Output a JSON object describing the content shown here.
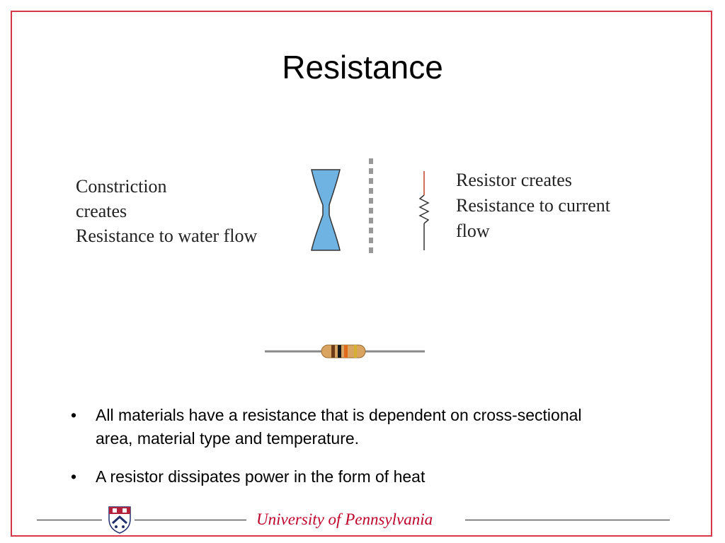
{
  "slide": {
    "title": "Resistance",
    "left_label": [
      "Constriction",
      "creates",
      "Resistance to water flow"
    ],
    "right_label": [
      "Resistor creates",
      "Resistance to current",
      "flow"
    ],
    "bullets": [
      {
        "symbol": "•",
        "text": "All materials have a resistance that is dependent on cross-sectional area, material type and temperature."
      },
      {
        "symbol": "•",
        "text": "A resistor dissipates power in the form of heat"
      }
    ]
  },
  "footer": {
    "institution": "University of Pennsylvania"
  },
  "colors": {
    "frame": "#d9384a",
    "water": "#6fb3e3",
    "footer_text": "#c0002a",
    "resistor_body": "#d9a460"
  },
  "icons": [
    "hourglass-constriction-icon",
    "resistor-symbol-icon",
    "resistor-component-icon",
    "penn-shield-icon"
  ]
}
